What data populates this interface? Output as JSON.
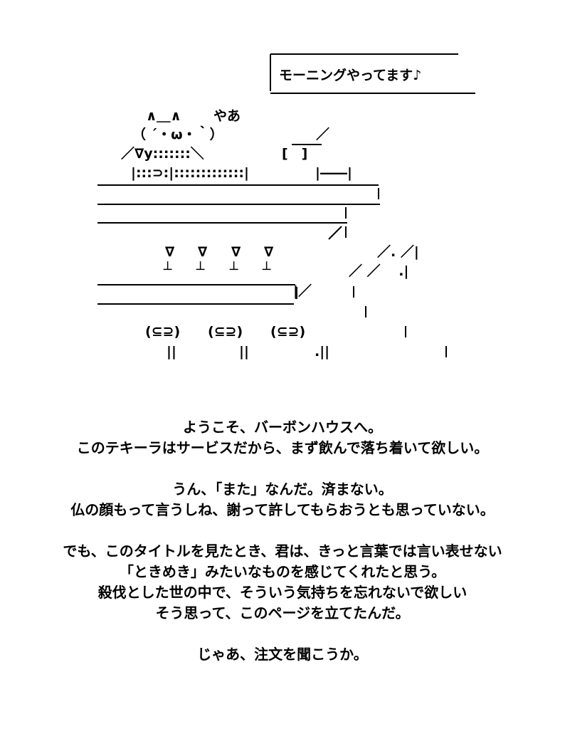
{
  "sign": {
    "text": "モーニングやってます♪"
  },
  "ascii_art": {
    "cat_ears": "∧＿∧",
    "greeting": "やあ",
    "cat_face": "（ ´・ω・｀）",
    "cat_arms": "／∇y:::::::＼",
    "cat_counter": "|:::⊃:|:::::::::::::|",
    "slash_top": "／",
    "bracket": "[　]",
    "box": "|――|",
    "glass_stems": [
      "∇",
      "∇",
      "∇",
      "∇"
    ],
    "glass_bases": [
      "┴",
      "┴",
      "┴",
      "┴"
    ],
    "right_marks_1": "／. ／|",
    "right_marks_2": "／ ／　 .|",
    "mid_mark": "|／",
    "stools": [
      "(⊆⊇)",
      "(⊆⊇)",
      "(⊆⊇)"
    ],
    "stool_legs": [
      "||",
      "||",
      ".||"
    ]
  },
  "message": {
    "lines": [
      "ようこそ、バーボンハウスへ。",
      "このテキーラはサービスだから、まず飲んで落ち着いて欲しい。",
      "",
      "うん、「また」なんだ。済まない。",
      "仏の顔もって言うしね、謝って許してもらおうとも思っていない。",
      "",
      "でも、このタイトルを見たとき、君は、きっと言葉では言い表せない",
      "「ときめき」みたいなものを感じてくれたと思う。",
      "殺伐とした世の中で、そういう気持ちを忘れないで欲しい",
      "そう思って、このページを立てたんだ。",
      "",
      "じゃあ、注文を聞こうか。"
    ]
  }
}
